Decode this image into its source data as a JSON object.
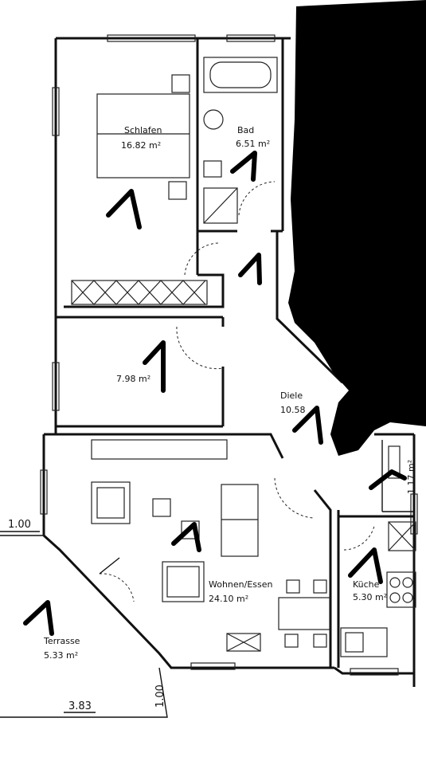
{
  "rooms": {
    "schlafen": {
      "name": "Schlafen",
      "area": "16.82 m²"
    },
    "bad": {
      "name": "Bad",
      "area": "6.51 m²"
    },
    "zimmer": {
      "area": "7.98 m²"
    },
    "diele": {
      "name": "Diele",
      "area": "10.58"
    },
    "abstell": {
      "area": "1.17 m²"
    },
    "wohnen": {
      "name": "Wohnen/Essen",
      "area": "24.10 m²"
    },
    "kueche": {
      "name": "Küche",
      "area": "5.30 m²"
    },
    "terrasse": {
      "name": "Terrasse",
      "area": "5.33 m²"
    }
  },
  "dimensions": {
    "terrace_depth_left": "1.00",
    "terrace_width": "3.83",
    "terrace_depth_bottom": "1.00"
  },
  "marker_symbol": "1"
}
